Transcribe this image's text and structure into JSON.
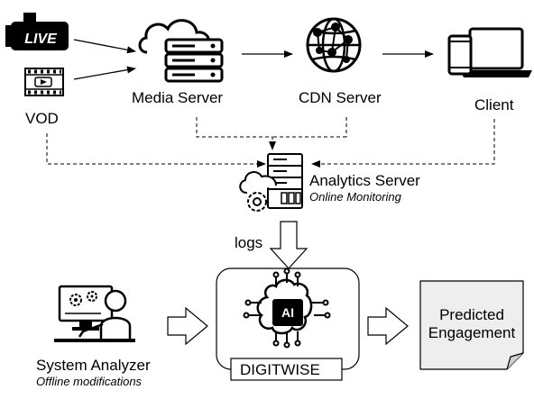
{
  "sources": {
    "live_badge": "LIVE",
    "vod_label": "VOD"
  },
  "nodes": {
    "media_server": "Media Server",
    "cdn_server": "CDN Server",
    "client": "Client",
    "analytics_server": "Analytics Server",
    "analytics_subtitle": "Online Monitoring",
    "logs": "logs",
    "digitwise": "DIGITWISE",
    "ai_chip": "AI",
    "predicted_line1": "Predicted",
    "predicted_line2": "Engagement",
    "system_analyzer": "System Analyzer",
    "system_analyzer_subtitle": "Offline modifications"
  }
}
